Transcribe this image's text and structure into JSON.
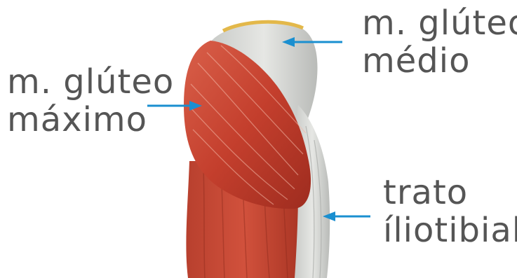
{
  "labels": {
    "gluteus_maximus": {
      "line1": "m. glúteo",
      "line2": "máximo"
    },
    "gluteus_medius": {
      "line1": "m. glúteo",
      "line2": "médio"
    },
    "it_tract": {
      "line1": "trato",
      "line2": "íliotibial"
    }
  },
  "colors": {
    "text": "#555555",
    "arrow": "#1a8fd0",
    "muscle": "#c7412f",
    "fascia": "#d6d8d6",
    "background": "#ffffff"
  }
}
